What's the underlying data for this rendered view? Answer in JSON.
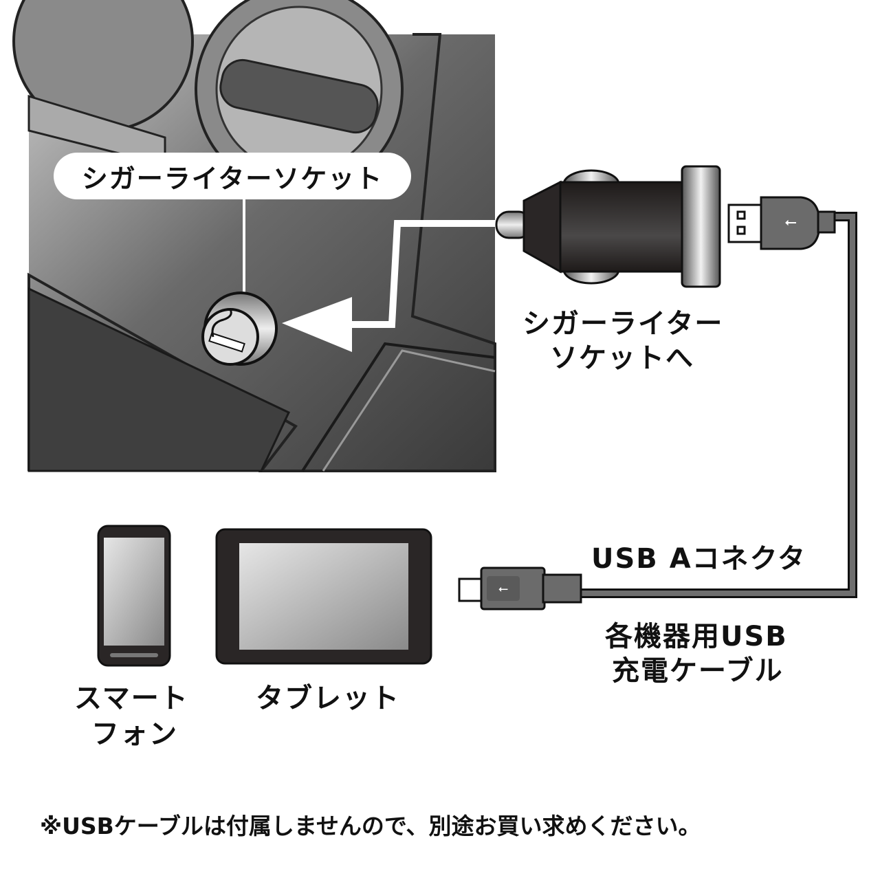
{
  "labels": {
    "socket_label": "シガーライターソケット",
    "charger_label_line1": "シガーライター",
    "charger_label_line2": "ソケットへ",
    "usb_a_label": "USB Aコネクタ",
    "cable_label_line1": "各機器用USB",
    "cable_label_line2": "充電ケーブル",
    "smartphone_line1": "スマート",
    "smartphone_line2": "フォン",
    "tablet": "タブレット"
  },
  "footnote": "※USBケーブルは付属しませんので、別途お買い求めください。"
}
